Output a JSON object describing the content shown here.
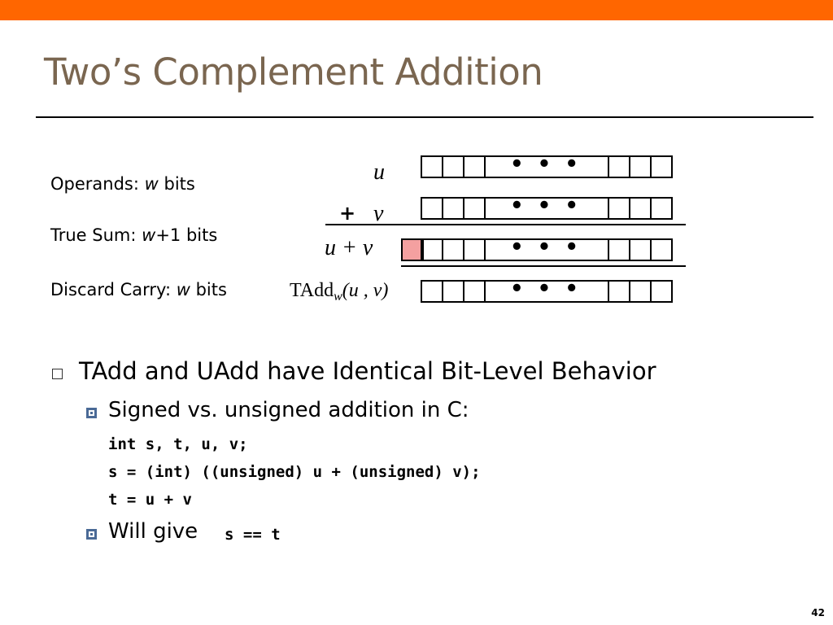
{
  "slide": {
    "title": "Two’s Complement Addition",
    "page_number": "42"
  },
  "diagram": {
    "labels": {
      "operands": "Operands: ",
      "operands_var": "w",
      "operands_suffix": " bits",
      "true_sum": "True Sum: ",
      "true_sum_var": "w",
      "true_sum_suffix": "+1 bits",
      "discard": "Discard Carry: ",
      "discard_var": "w",
      "discard_suffix": " bits"
    },
    "u": "u",
    "plus": "+",
    "v": "v",
    "sum": "u + v",
    "tadd_name": "TAdd",
    "tadd_sub": "w",
    "tadd_args": "(u , v)",
    "ellipsis": "• • •",
    "carry_color": "#f4a0a0"
  },
  "bullets": {
    "main": "TAdd and UAdd have Identical Bit-Level Behavior",
    "sub1": "Signed vs. unsigned addition in C:",
    "code": [
      "int s, t, u, v;",
      "s = (int) ((unsigned) u + (unsigned) v);",
      "t = u + v"
    ],
    "sub2_text": "Will give ",
    "sub2_code": "s == t"
  },
  "colors": {
    "accent_bar": "#ff6600",
    "title": "#7a6650",
    "sub_bullet": "#4a6a96"
  }
}
